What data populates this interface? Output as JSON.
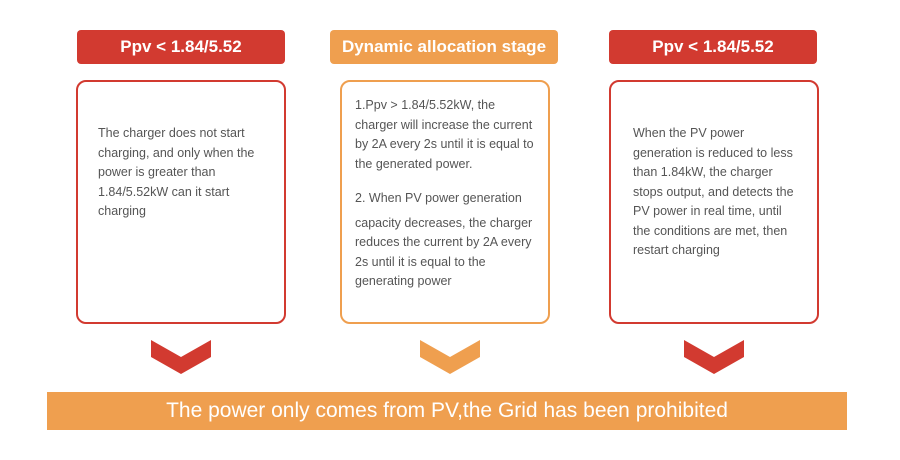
{
  "stages": [
    {
      "header": "Ppv < 1.84/5.52",
      "color": "#d23a30",
      "text": "The charger does not start charging, and only when the power is greater than 1.84/5.52kW can it start charging"
    },
    {
      "header": "Dynamic allocation stage",
      "color": "#ef9f4f",
      "text_1": "1.Ppv > 1.84/5.52kW, the charger will increase the current by 2A every 2s until it is equal to the generated power.",
      "text_2": "2.  When PV power generation",
      "text_3": "capacity decreases, the charger reduces the current by 2A every 2s until it is equal to the generating power"
    },
    {
      "header": "Ppv < 1.84/5.52",
      "color": "#d23a30",
      "text": "When the PV power generation is reduced to less than 1.84kW, the charger stops output, and detects the PV power in real time, until the conditions are met, then restart charging"
    }
  ],
  "banner": "The power only comes from PV,the Grid has been prohibited"
}
